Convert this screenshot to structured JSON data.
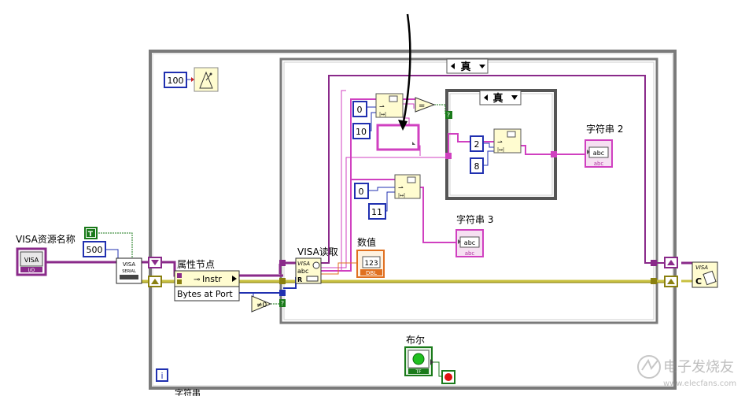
{
  "constants": {
    "wait_ms": "100",
    "baud": "500",
    "bool_true": "T",
    "sub1_offset": "0",
    "sub1_len": "10",
    "sub2_offset": "2",
    "sub2_len": "8",
    "sub3_offset": "0",
    "sub3_len": "11",
    "not_equal_zero": "≠0",
    "loop_index": "i"
  },
  "labels": {
    "visa_resource": "VISA资源名称",
    "property_node": "属性节点",
    "instr": "Instr",
    "bytes_at_port": "Bytes at Port",
    "visa_read": "VISA读取",
    "visa_read_abc": "abc",
    "visa_read_r": "R",
    "numeric": "数值",
    "numeric_val": "123",
    "numeric_type": "DBL",
    "string2": "字符串 2",
    "string3": "字符串 3",
    "abc": "abc",
    "boolean": "布尔",
    "outer_case": "真",
    "inner_case": "真",
    "visa_badge": "VISA",
    "serial_badge": "SERIAL",
    "io_badge": "I/O",
    "close_c": "C",
    "bottom_cutoff": "字符串"
  },
  "watermark": {
    "cn": "电子发烧友",
    "url": "www.elecfans.com"
  },
  "colors": {
    "string_wire": "#d040c0",
    "visa_wire": "#8a2a8a",
    "error_wire": "#c8c040",
    "number_wire": "#2030b0",
    "bool_wire": "#1a7a1a",
    "structure_border": "#777777",
    "node_fill": "#fffcd0"
  }
}
